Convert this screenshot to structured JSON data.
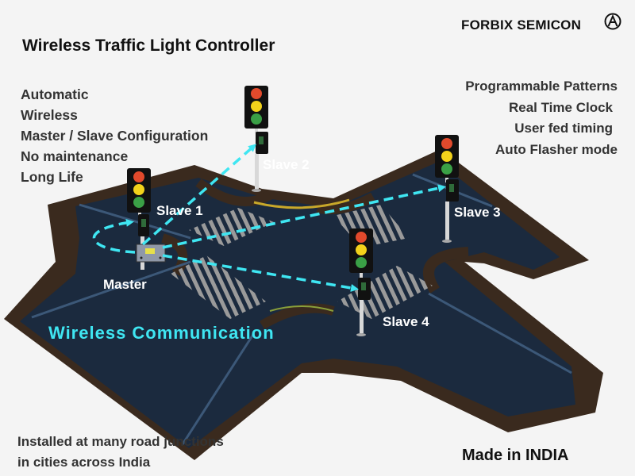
{
  "brand": {
    "name": "FORBIX SEMICON",
    "logo_icon": "forbix-a-logo-icon"
  },
  "title": "Wireless Traffic Light Controller",
  "features_left": [
    "Automatic",
    "Wireless",
    "Master / Slave Configuration",
    "No maintenance",
    "Long Life"
  ],
  "features_right": [
    "Programmable Patterns",
    "Real Time Clock",
    "User fed timing",
    "Auto Flasher mode"
  ],
  "labels": {
    "master": "Master",
    "slave1": "Slave 1",
    "slave2": "Slave 2",
    "slave3": "Slave 3",
    "slave4": "Slave 4"
  },
  "wireless_label": "Wireless Communication",
  "footer": {
    "install_lines": [
      "Installed at many road junctions",
      "in cities across India"
    ],
    "made_in": "Made in INDIA"
  },
  "colors": {
    "road": "#1b2a3e",
    "curb": "#3a2a1e",
    "link_arrow": "#3fe6f2",
    "signal_red": "#e24a2c",
    "signal_yellow": "#f2d21b",
    "signal_green": "#3aa046"
  }
}
